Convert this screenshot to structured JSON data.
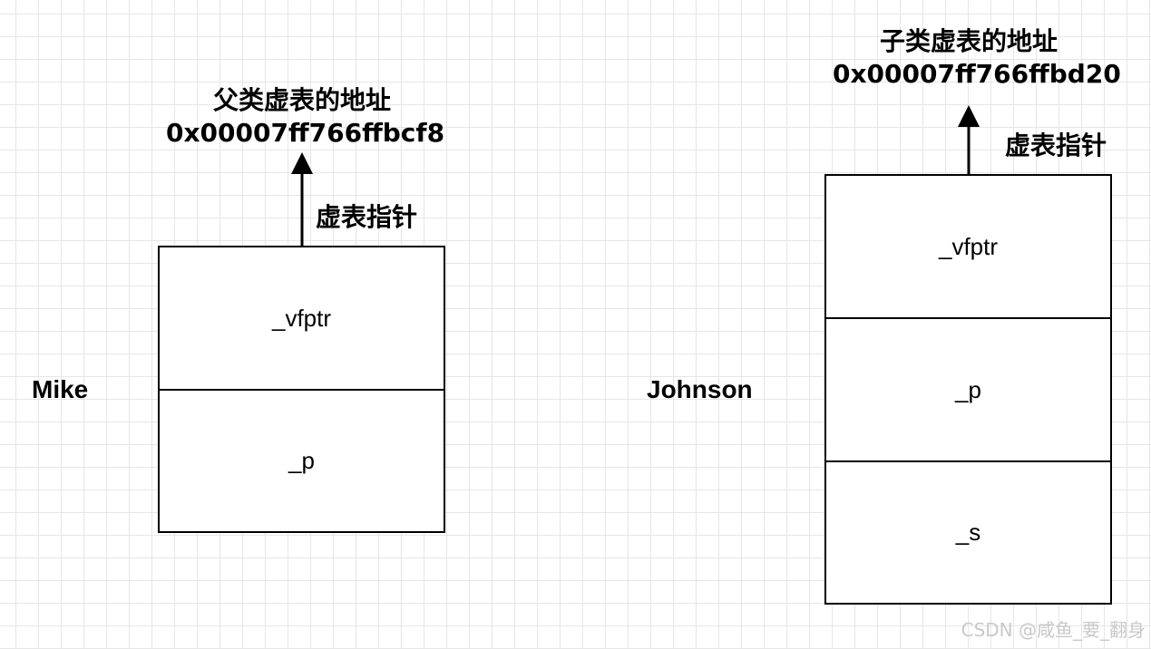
{
  "parent": {
    "object_name": "Mike",
    "vtable_title": "父类虚表的地址",
    "vtable_address": "0x00007ff766ffbcf8",
    "pointer_label": "虚表指针",
    "members": [
      "_vfptr",
      "_p"
    ]
  },
  "child": {
    "object_name": "Johnson",
    "vtable_title": "子类虚表的地址",
    "vtable_address": "0x00007ff766ffbd20",
    "pointer_label": "虚表指针",
    "members": [
      "_vfptr",
      "_p",
      "_s"
    ]
  },
  "watermark": "CSDN @咸鱼_要_翻身"
}
